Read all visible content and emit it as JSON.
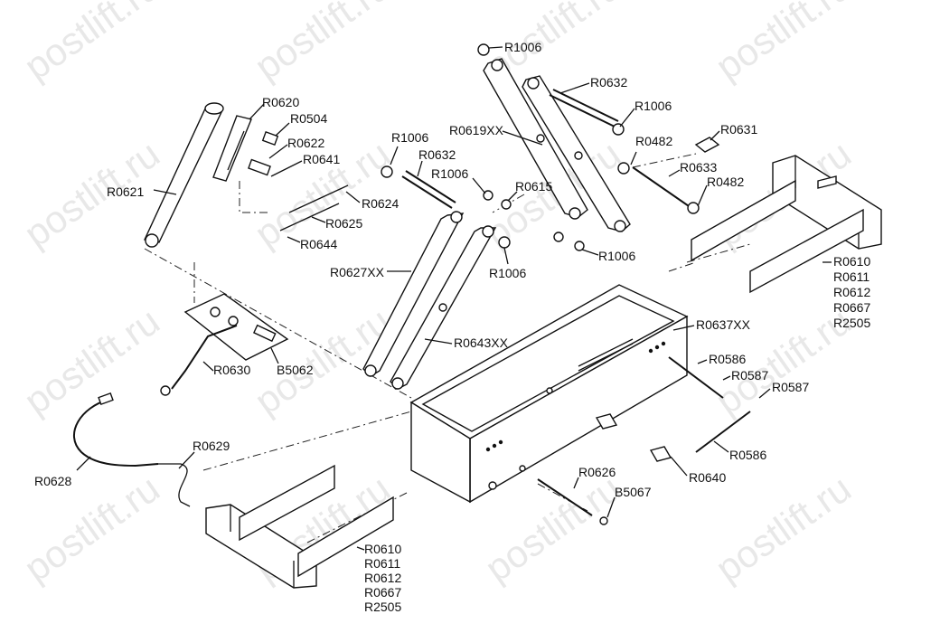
{
  "watermark": "postlift.ru",
  "labels": {
    "r1006_top": "R1006",
    "r0632_top": "R0632",
    "r1006_right": "R1006",
    "r0619xx": "R0619XX",
    "r0631": "R0631",
    "r0482_a": "R0482",
    "r0633": "R0633",
    "r0482_b": "R0482",
    "r0620": "R0620",
    "r0504": "R0504",
    "r0622": "R0622",
    "r0641": "R0641",
    "r0621": "R0621",
    "r0624": "R0624",
    "r0625": "R0625",
    "r0644": "R0644",
    "r1006_mid": "R1006",
    "r0632_mid": "R0632",
    "r1006_b": "R1006",
    "r0615": "R0615",
    "r1006_c": "R1006",
    "r1006_d": "R1006",
    "r0627xx": "R0627XX",
    "r0643xx": "R0643XX",
    "r0630": "R0630",
    "b5062": "B5062",
    "r0637xx": "R0637XX",
    "r0586_a": "R0586",
    "r0587_a": "R0587",
    "r0587_b": "R0587",
    "r0586_b": "R0586",
    "r0640": "R0640",
    "r0626": "R0626",
    "b5067": "B5067",
    "r0629": "R0629",
    "r0628": "R0628",
    "right_group": [
      "R0610",
      "R0611",
      "R0612",
      "R0667",
      "R2505"
    ],
    "bottom_group": [
      "R0610",
      "R0611",
      "R0612",
      "R0667",
      "R2505"
    ]
  }
}
